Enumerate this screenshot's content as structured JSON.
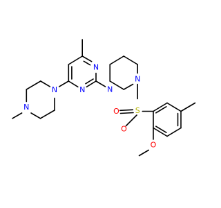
{
  "colors": {
    "bond": "#000000",
    "nitrogen": "#0000ff",
    "oxygen": "#ff0000",
    "sulfur": "#b2b200",
    "background": "#ffffff"
  },
  "atoms": {
    "n_pyrimidine_3": "N",
    "n_pyrimidine_1": "N",
    "n_methylpiperazine_attach": "N",
    "n_methylpiperazine_methyl": "N",
    "n_piperazine_attach": "N",
    "n_piperazine_sulfonyl": "N",
    "s_sulfonyl": "S",
    "o_sulfonyl_upper": "O",
    "o_sulfonyl_lower": "O",
    "o_methoxy": "O"
  }
}
